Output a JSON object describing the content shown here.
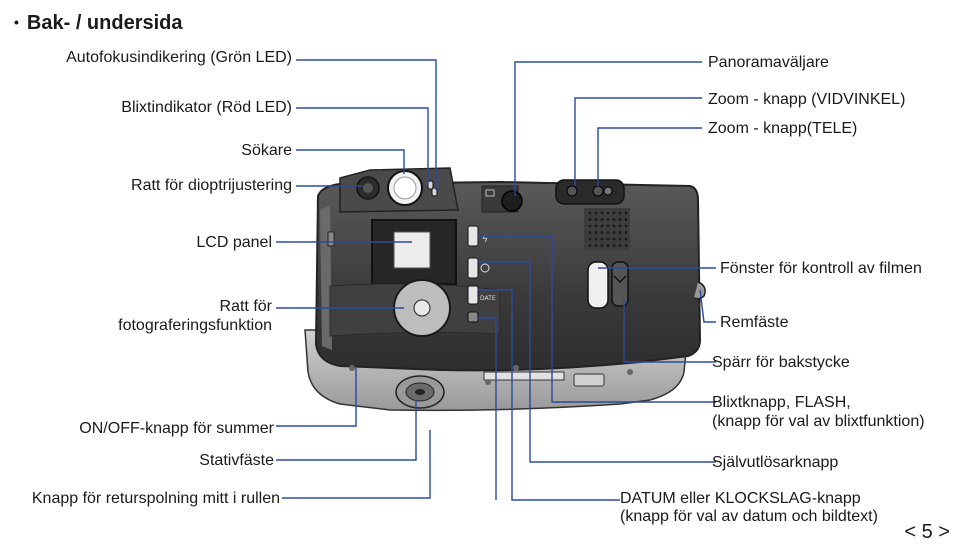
{
  "title": "Bak- / undersida",
  "title_bullet": "•",
  "page_number": "< 5 >",
  "left_labels": {
    "af_led": "Autofokusindikering (Grön LED)",
    "flash_led": "Blixtindikator (Röd LED)",
    "viewfinder": "Sökare",
    "diopter": "Ratt för dioptrijustering",
    "lcd": "LCD panel",
    "mode_dial_1": "Ratt för",
    "mode_dial_2": "fotograferingsfunktion",
    "beep": "ON/OFF-knapp för summer",
    "tripod": "Stativfäste",
    "rewind": "Knapp för returspolning mitt i rullen"
  },
  "right_labels": {
    "panorama": "Panoramaväljare",
    "zoom_wide": "Zoom - knapp (VIDVINKEL)",
    "zoom_tele": "Zoom - knapp(TELE)",
    "film_window": "Fönster för kontroll av filmen",
    "strap": "Remfäste",
    "back_lock": "Spärr för bakstycke",
    "flash_btn_1": "Blixtknapp, FLASH,",
    "flash_btn_2": "(knapp för val av blixtfunktion)",
    "self_timer": "Självutlösarknapp",
    "date_btn_1": "DATUM eller KLOCKSLAG-knapp",
    "date_btn_2": "(knapp för val av datum och bildtext)"
  },
  "camera_marks": {
    "date_mark": "DATE"
  },
  "colors": {
    "leader_line": "#2b4aa0",
    "camera_body": "#3e3e3e",
    "camera_bottom": "#b9b9b9"
  }
}
